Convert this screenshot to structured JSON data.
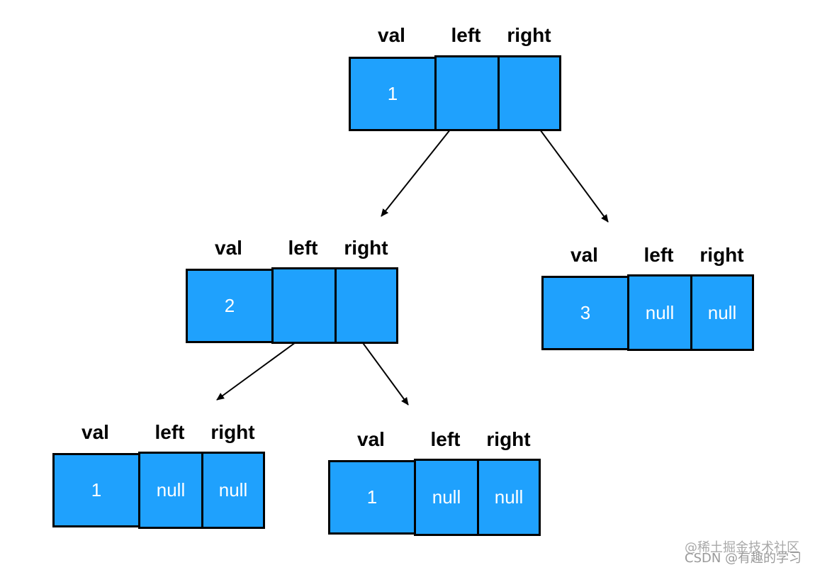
{
  "labels": {
    "val": "val",
    "left": "left",
    "right": "right"
  },
  "nodes": [
    {
      "id": "node-root",
      "val": "1",
      "left": "",
      "right": ""
    },
    {
      "id": "node-2",
      "val": "2",
      "left": "",
      "right": ""
    },
    {
      "id": "node-3",
      "val": "3",
      "left": "null",
      "right": "null"
    },
    {
      "id": "node-ll",
      "val": "1",
      "left": "null",
      "right": "null"
    },
    {
      "id": "node-lr",
      "val": "1",
      "left": "null",
      "right": "null"
    }
  ],
  "colors": {
    "cell_fill": "#1FA1FD",
    "cell_border": "#000000",
    "cell_text": "#ffffff",
    "arrow": "#000000",
    "watermark": "#9a9a9a"
  },
  "watermark": {
    "line1": "@稀土掘金技术社区",
    "line2": "CSDN @有趣的学习"
  }
}
